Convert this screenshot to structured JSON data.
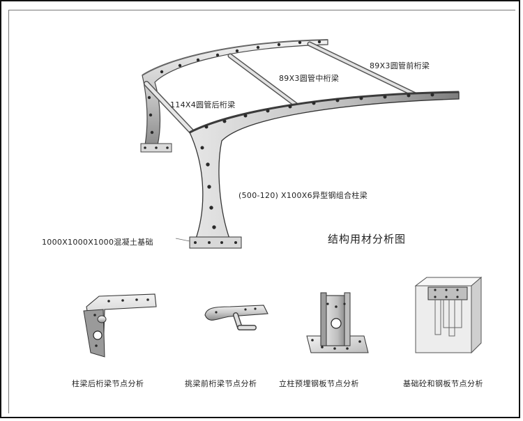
{
  "labels": {
    "front_purlin": "89X3圆管前桁梁",
    "mid_purlin": "89X3圆管中桁梁",
    "rear_purlin": "114X4圆管后桁梁",
    "column_beam": "(500-120) X100X6异型钢组合柱梁",
    "foundation": "1000X1000X1000混凝土基础",
    "title": "结构用材分析图"
  },
  "details": [
    {
      "caption": "柱梁后桁梁节点分析",
      "icon": "column-beam-rear-joint"
    },
    {
      "caption": "挑梁前桁梁节点分析",
      "icon": "cantilever-front-joint"
    },
    {
      "caption": "立柱预埋钢板节点分析",
      "icon": "column-embedded-plate"
    },
    {
      "caption": "基础砼和钢板节点分析",
      "icon": "concrete-steel-plate"
    }
  ],
  "colors": {
    "steel_light": "#d9d9d9",
    "steel_mid": "#a8a8a8",
    "steel_dark": "#555555",
    "bolt": "#2a2a2a"
  }
}
